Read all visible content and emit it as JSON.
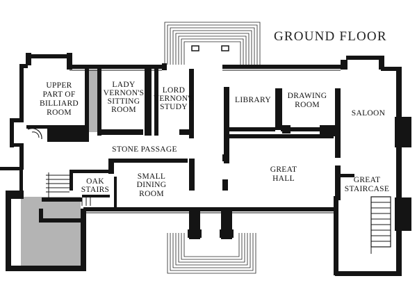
{
  "title": "GROUND FLOOR",
  "rooms": {
    "upper_billiard": [
      "UPPER",
      "PART OF",
      "BILLIARD",
      "ROOM"
    ],
    "lady_vernon": [
      "LADY",
      "VERNON'S",
      "SITTING",
      "ROOM"
    ],
    "lord_vernon": [
      "LORD",
      "VERNON'S",
      "STUDY"
    ],
    "library": [
      "LIBRARY"
    ],
    "drawing_room": [
      "DRAWING",
      "ROOM"
    ],
    "saloon": [
      "SALOON"
    ],
    "stone_passage": [
      "STONE PASSAGE"
    ],
    "small_dining": [
      "SMALL",
      "DINING",
      "ROOM"
    ],
    "great_hall": [
      "GREAT",
      "HALL"
    ],
    "oak_stairs": [
      "OAK",
      "STAIRS"
    ],
    "great_staircase": [
      "GREAT",
      "STAIRCASE"
    ]
  },
  "colors": {
    "wall": "#141414",
    "shaded": "#b4b4b4",
    "background": "#ffffff"
  }
}
